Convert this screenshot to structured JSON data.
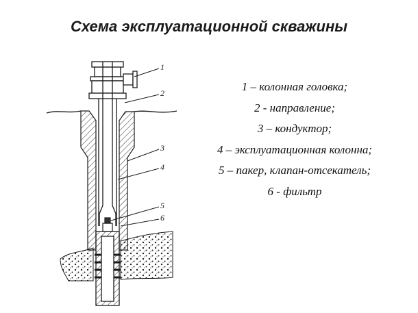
{
  "title": "Схема эксплуатационной скважины",
  "legend": [
    "1 – колонная головка;",
    "2 - направление;",
    "3 – кондуктор;",
    "4 – эксплуатационная колонна;",
    "5 – пакер, клапан-отсекатель;",
    "6 - фильтр"
  ],
  "callouts": [
    "1",
    "2",
    "3",
    "4",
    "5",
    "6"
  ],
  "colors": {
    "ink": "#1a1a1a",
    "background": "#ffffff"
  }
}
